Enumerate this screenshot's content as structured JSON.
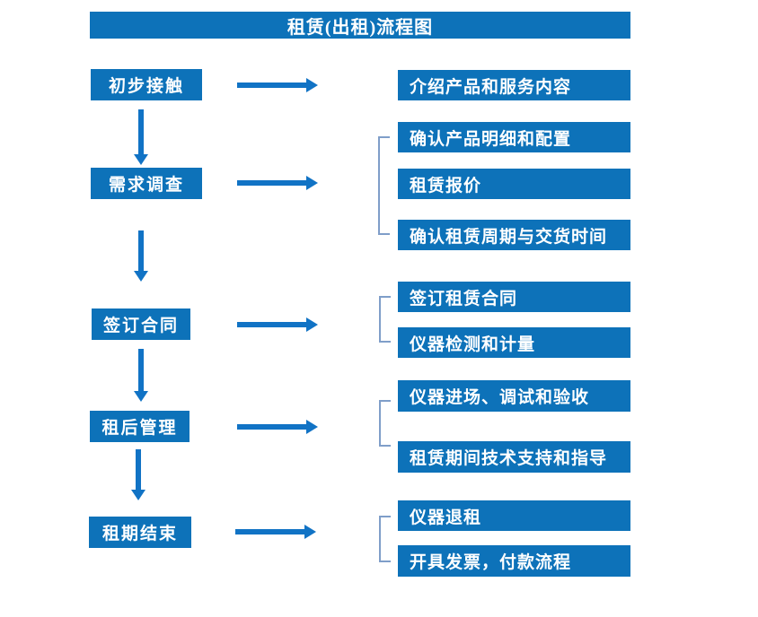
{
  "title": "租赁(出租)流程图",
  "colors": {
    "primary": "#0d72b9",
    "arrow": "#1173c5",
    "bracket": "#7f9ec9",
    "text": "#ffffff",
    "background": "#ffffff"
  },
  "steps": [
    {
      "label": "初步接触",
      "outputs": [
        "介绍产品和服务内容"
      ]
    },
    {
      "label": "需求调查",
      "outputs": [
        "确认产品明细和配置",
        "租赁报价",
        "确认租赁周期与交货时间"
      ]
    },
    {
      "label": "签订合同",
      "outputs": [
        "签订租赁合同",
        "仪器检测和计量"
      ]
    },
    {
      "label": "租后管理",
      "outputs": [
        "仪器进场、调试和验收",
        "租赁期间技术支持和指导"
      ]
    },
    {
      "label": "租期结束",
      "outputs": [
        "仪器退租",
        "开具发票，付款流程"
      ]
    }
  ]
}
